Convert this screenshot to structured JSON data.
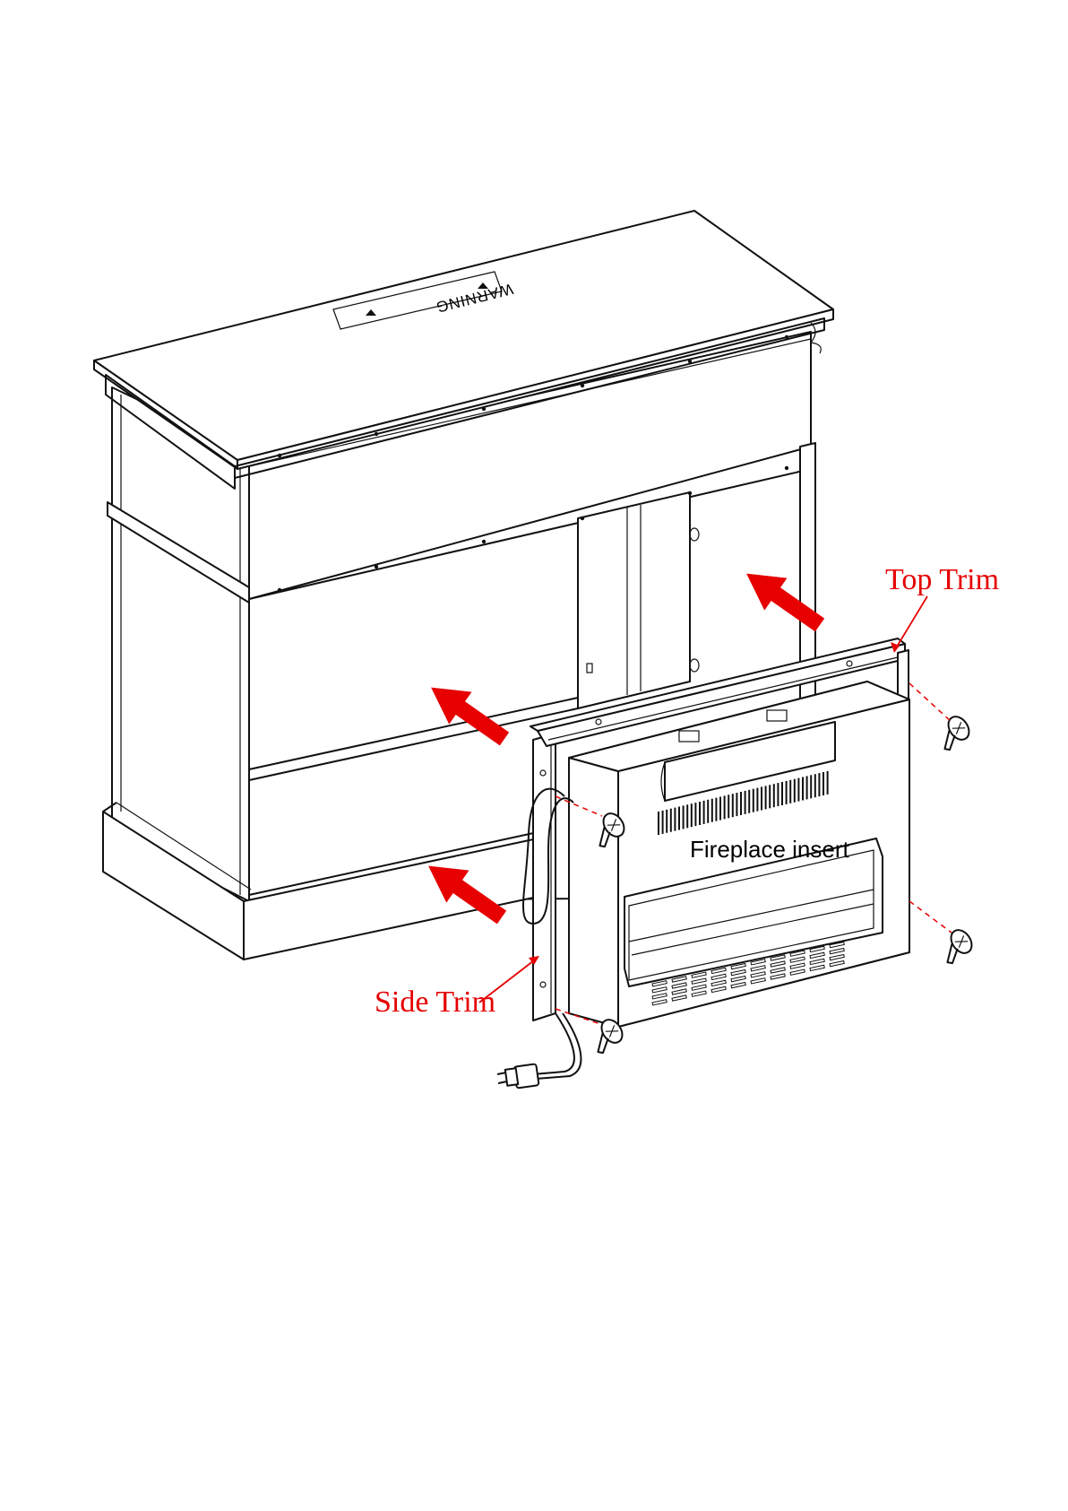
{
  "labels": {
    "top_trim": "Top Trim",
    "side_trim": "Side Trim",
    "fireplace_insert": "Fireplace insert",
    "warning": "WARNING"
  },
  "colors": {
    "callout": "#e60000",
    "arrow": "#e60000",
    "line": "#111111"
  }
}
